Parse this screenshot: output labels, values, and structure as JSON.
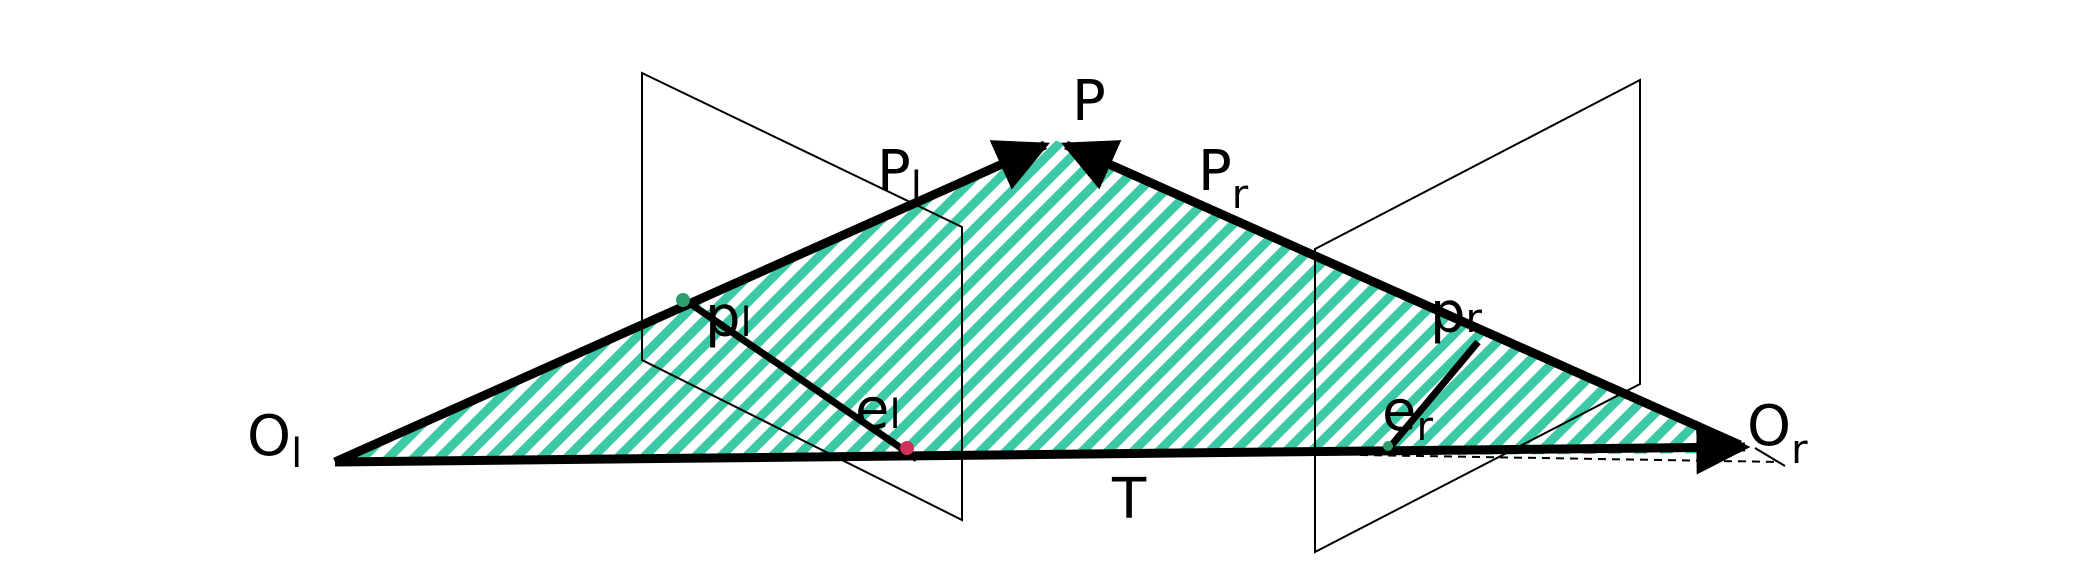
{
  "diagram": {
    "colors": {
      "hatch": "#3cc9a6",
      "line": "#000000",
      "plane": "#000000",
      "point_green": "#2e9e6e",
      "point_red": "#d0305a",
      "background": "#ffffff"
    },
    "labels": {
      "P": "P",
      "P_l_main": "P",
      "P_l_sub": "l",
      "P_r_main": "P",
      "P_r_sub": "r",
      "p_l_main": "p",
      "p_l_sub": "l",
      "p_r_main": "p",
      "p_r_sub": "r",
      "e_l_main": "e",
      "e_l_sub": "l",
      "e_r_main": "e",
      "e_r_sub": "r",
      "O_l_main": "O",
      "O_l_sub": "l",
      "O_r_main": "O",
      "O_r_sub": "r",
      "T": "T"
    }
  }
}
